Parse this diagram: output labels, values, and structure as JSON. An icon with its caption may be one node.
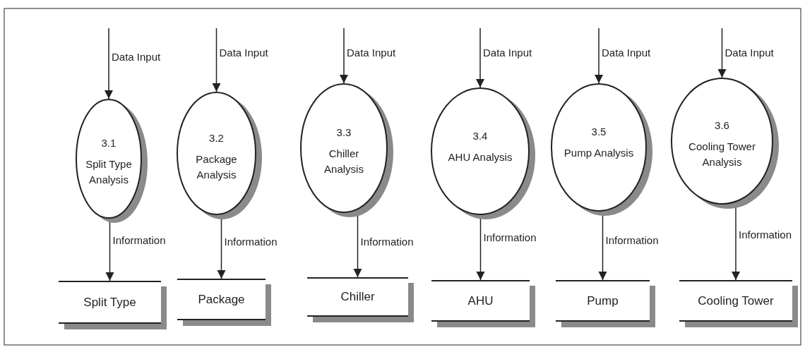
{
  "diagram": {
    "nodes": [
      {
        "text": [
          "3.1",
          "Split Type Analysis"
        ]
      },
      {
        "text": [
          "3.2",
          "Package Analysis"
        ]
      },
      {
        "text": [
          "3.3",
          "Chiller Analysis"
        ]
      },
      {
        "text": [
          "3.4",
          "AHU Analysis"
        ]
      },
      {
        "text": [
          "3.5",
          "Pump Analysis"
        ]
      },
      {
        "text": [
          "3.6",
          "Cooling Tower Analysis"
        ]
      },
      {
        "text": [
          "Split Type"
        ]
      },
      {
        "text": [
          "Package"
        ]
      },
      {
        "text": [
          "Chiller"
        ]
      },
      {
        "text": [
          "AHU"
        ]
      },
      {
        "text": [
          "Pump"
        ]
      },
      {
        "text": [
          "Cooling Tower"
        ]
      }
    ],
    "edges": [
      {
        "from": null,
        "to": 0,
        "arrow": "to",
        "label": "Data Input"
      },
      {
        "from": null,
        "to": 1,
        "arrow": "to",
        "label": "Data Input"
      },
      {
        "from": null,
        "to": 2,
        "arrow": "to",
        "label": "Data Input"
      },
      {
        "from": null,
        "to": 3,
        "arrow": "to",
        "label": "Data Input"
      },
      {
        "from": null,
        "to": 4,
        "arrow": "to",
        "label": "Data Input"
      },
      {
        "from": null,
        "to": 5,
        "arrow": "to",
        "label": "Data Input"
      },
      {
        "from": 0,
        "to": 6,
        "arrow": "to",
        "label": "Information"
      },
      {
        "from": 1,
        "to": 7,
        "arrow": "to",
        "label": "Information"
      },
      {
        "from": 2,
        "to": 8,
        "arrow": "to",
        "label": "Information"
      },
      {
        "from": 3,
        "to": 9,
        "arrow": "to",
        "label": "Information"
      },
      {
        "from": 4,
        "to": 10,
        "arrow": "to",
        "label": "Information"
      },
      {
        "from": 5,
        "to": 11,
        "arrow": "to",
        "label": "Information"
      }
    ]
  }
}
